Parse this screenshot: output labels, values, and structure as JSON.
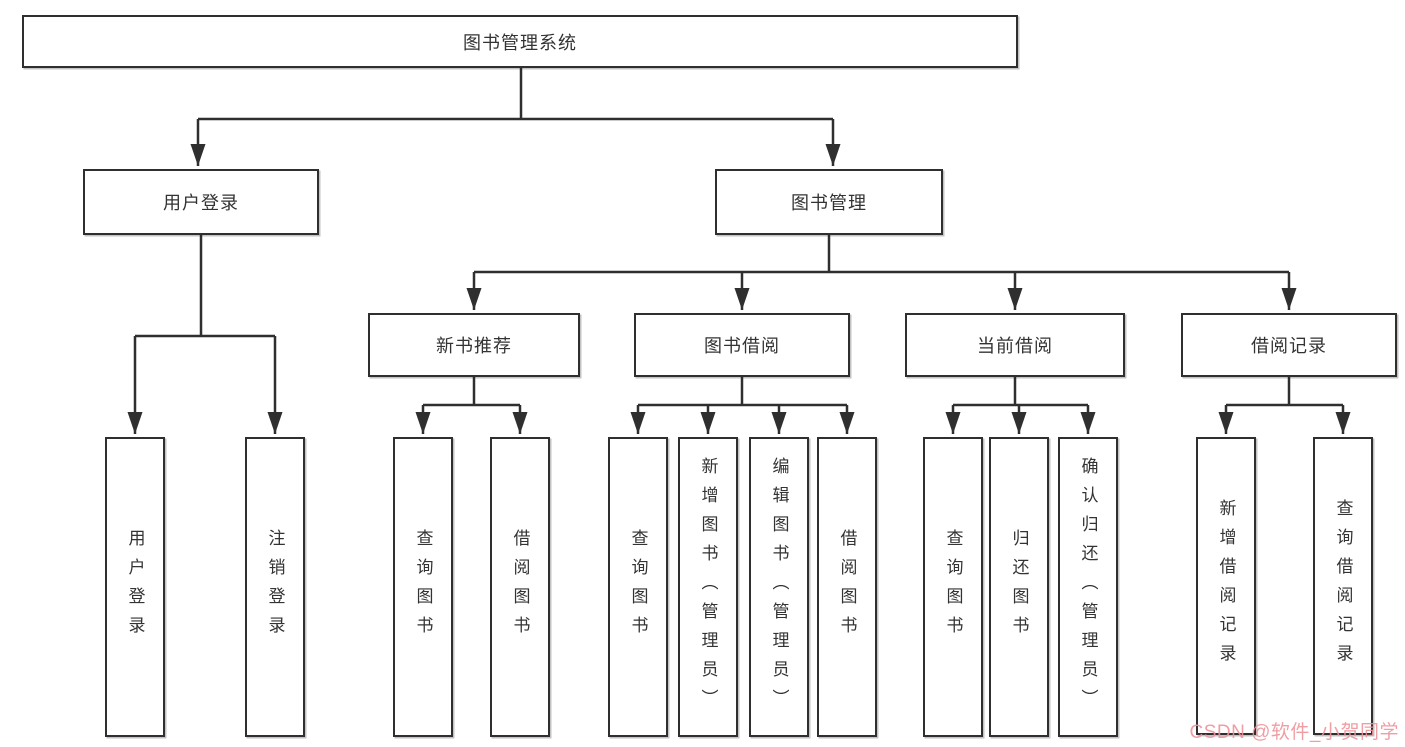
{
  "diagram": {
    "title": {
      "label": "图书管理系统"
    },
    "level1": [
      {
        "label": "用户登录"
      },
      {
        "label": "图书管理"
      }
    ],
    "level2": [
      {
        "label": "新书推荐",
        "parent": "图书管理"
      },
      {
        "label": "图书借阅",
        "parent": "图书管理"
      },
      {
        "label": "当前借阅",
        "parent": "图书管理"
      },
      {
        "label": "借阅记录",
        "parent": "图书管理"
      }
    ],
    "leaves": [
      {
        "label": "用户登录",
        "parent": "用户登录"
      },
      {
        "label": "注销登录",
        "parent": "用户登录"
      },
      {
        "label": "查询图书",
        "parent": "新书推荐"
      },
      {
        "label": "借阅图书",
        "parent": "新书推荐"
      },
      {
        "label": "查询图书",
        "parent": "图书借阅"
      },
      {
        "label": "新增图书（管理员）",
        "parent": "图书借阅"
      },
      {
        "label": "编辑图书（管理员）",
        "parent": "图书借阅"
      },
      {
        "label": "借阅图书",
        "parent": "图书借阅"
      },
      {
        "label": "查询图书",
        "parent": "当前借阅"
      },
      {
        "label": "归还图书",
        "parent": "当前借阅"
      },
      {
        "label": "确认归还（管理员）",
        "parent": "当前借阅"
      },
      {
        "label": "新增借阅记录",
        "parent": "借阅记录"
      },
      {
        "label": "查询借阅记录",
        "parent": "借阅记录"
      }
    ]
  },
  "watermark": {
    "text": "CSDN @软件_小贺同学"
  },
  "colors": {
    "line": "#2f2f2f",
    "text": "#333333",
    "box_fill": "#ffffff",
    "background": "#ffffff",
    "watermark": "#ee949b"
  }
}
